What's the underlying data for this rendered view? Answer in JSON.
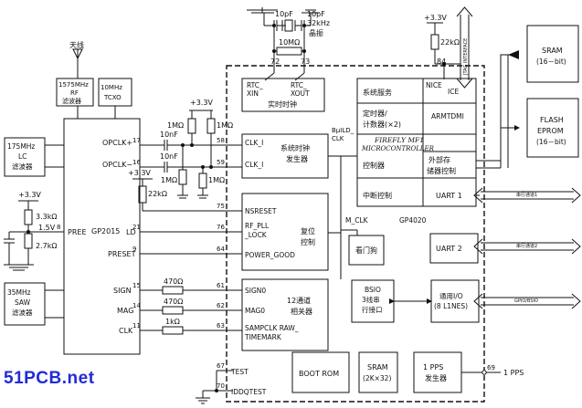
{
  "watermark": "51PCB.net",
  "top": {
    "cap1": "10pF",
    "cap2": "10pF",
    "crystal_freq": "32kHz",
    "crystal_name": "晶振",
    "res": "10MΩ",
    "pin72": "72",
    "pin73": "73",
    "vcc": "+3.3V",
    "res22k": "22kΩ",
    "pin84": "84",
    "jtag": "JTAG INTERFACE"
  },
  "left": {
    "antenna": "天线",
    "filter1575": [
      "1575MHz",
      "RF",
      "滤波器"
    ],
    "tcxo": [
      "10MHz",
      "TCXO"
    ],
    "lc_filter": [
      "175MHz",
      "LC",
      "滤波器"
    ],
    "saw_filter": [
      "35MHz",
      "SAW",
      "滤波器"
    ],
    "vcc": "+3.3V",
    "r1": "3.3kΩ",
    "v15": "1.5V",
    "r2": "2.7kΩ"
  },
  "gp2015": {
    "name": "GP2015",
    "opclk_p": "OPCLK+",
    "opclk_n": "OPCLK−",
    "pree": "PREE",
    "ld": "LD",
    "preset": "PRESET",
    "sign": "SIGN",
    "mag": "MAG",
    "clk": "CLK",
    "pins": [
      "17",
      "16",
      "8",
      "21",
      "9",
      "15",
      "14",
      "11"
    ]
  },
  "middle": {
    "vcc1": "+3.3V",
    "vcc2": "+3.3V",
    "c1": "10nF",
    "c2": "10nF",
    "r1m_a": "1MΩ",
    "r1m_b": "1MΩ",
    "r1m_c": "1MΩ",
    "r1m_d": "1MΩ",
    "r22k": "22kΩ",
    "r470a": "470Ω",
    "r470b": "470Ω",
    "r1k": "1kΩ"
  },
  "gp4020": {
    "name": "GP4020",
    "rtc_xin": [
      "RTC_",
      "XIN"
    ],
    "rtc_xout": [
      "RTC_",
      "XOUT"
    ],
    "rtc_label": "实时时钟",
    "clk_i_1": "CLK_I",
    "clk_i_2": "CLK_I",
    "clk_gen": [
      "系统时钟",
      "发生器"
    ],
    "nsreset": "NSRESET",
    "rf_pll": [
      "RF_PLL",
      "_LOCK"
    ],
    "power_good": "POWER_GOOD",
    "reset_ctrl": [
      "复位",
      "控制"
    ],
    "m_clk": "M_CLK",
    "bpll_clk": [
      "BµILD_",
      "CLK"
    ],
    "watchdog": "看门狗",
    "sign0": "SIGN0",
    "mag0": "MAG0",
    "sampclk": "SAMPCLK RAW_",
    "timemark": "TIMEMARK",
    "correlator": [
      "12通道",
      "相关器"
    ],
    "sys_service": "系统服务",
    "nice": "NICE",
    "ice": "ICE",
    "timer": [
      "定时器/",
      "计数器(×2)"
    ],
    "armtdmi": "ARMTDMI",
    "firefly": [
      "FIREFLY MF1",
      "MICROCONTROLLER"
    ],
    "controller": "控制器",
    "ext_mem": [
      "外部存",
      "储器控制"
    ],
    "int_ctrl": "中断控制",
    "uart1": "UART 1",
    "uart2": "UART 2",
    "bsio": [
      "BSIO",
      "3线串",
      "行接口"
    ],
    "gpio": [
      "通用I/O",
      "(8 L1NES)"
    ],
    "boot_rom": "BOOT ROM",
    "sram": [
      "SRAM",
      "(2K×32)"
    ],
    "pps": [
      "1 PPS",
      "发生器"
    ],
    "test": "TEST",
    "iddqtest": "IDDQTEST",
    "pins": [
      "58",
      "59",
      "75",
      "76",
      "64",
      "61",
      "62",
      "63",
      "67",
      "70",
      "69"
    ]
  },
  "right": {
    "sram": [
      "SRAM",
      "(16－bit)"
    ],
    "flash": [
      "FLASH",
      "EPROM",
      "(16－bit)"
    ],
    "serial1": "串行通道1",
    "serial2": "串行通道2",
    "gpio_bsio": "GPIO/BSIO",
    "pps_out": "1 PPS"
  }
}
